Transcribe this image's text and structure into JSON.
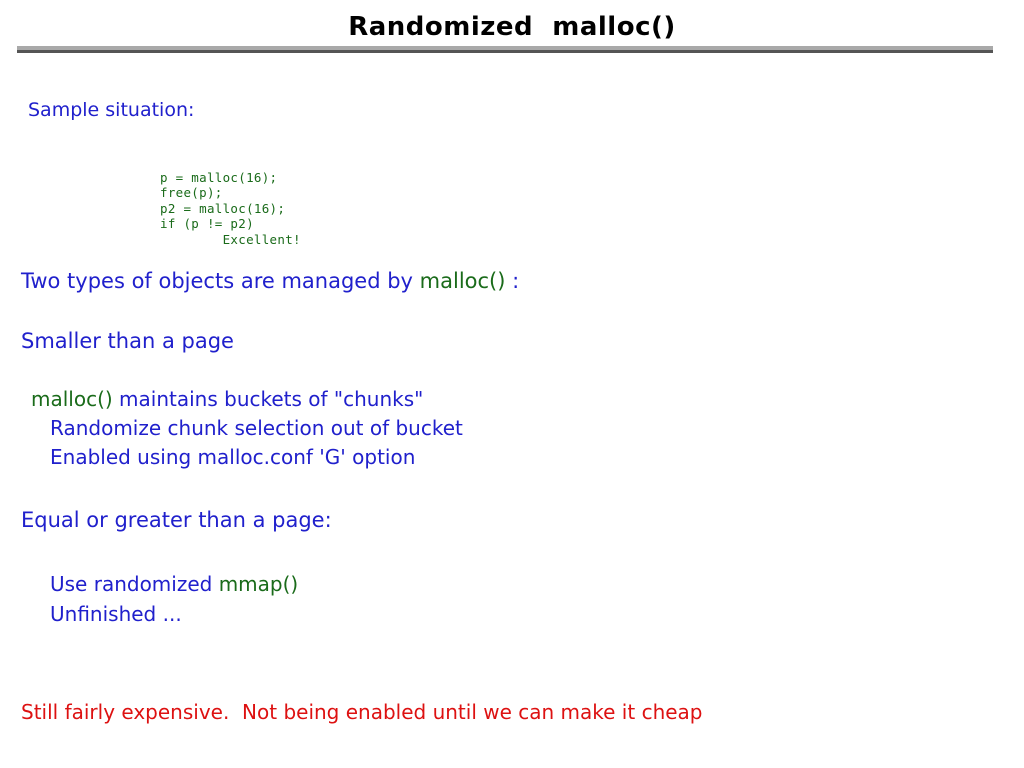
{
  "slide": {
    "title": "Randomized  malloc()",
    "background_color": "#ffffff",
    "rule_color": "#a9a9a9",
    "rule_shadow_color": "#555555"
  },
  "colors": {
    "blue": "#2020cc",
    "green": "#1a6b1a",
    "red": "#dd1111",
    "black": "#000000"
  },
  "content": {
    "lead": "Sample situation:",
    "code": "p = malloc(16);\nfree(p);\np2 = malloc(16);\nif (p != p2)\n        Excellent!",
    "code_lines": [
      "p = malloc(16);",
      "free(p);",
      "p2 = malloc(16);",
      "if (p != p2)",
      "        Excellent!"
    ],
    "two_types_prefix": "Two types of objects are managed by ",
    "two_types_code": "malloc()",
    "two_types_suffix": " :",
    "smaller_heading": "Smaller than a page",
    "buckets_code": "malloc()",
    "buckets_rest": " maintains buckets of \"chunks\"",
    "randomize_chunk": "Randomize chunk selection out of bucket",
    "enabled_option": "Enabled using malloc.conf 'G' option",
    "equal_heading": "Equal or greater than a page:",
    "use_randomized_prefix": "Use randomized ",
    "use_randomized_code": "mmap()",
    "unfinished": "Unfinished ...",
    "footer_note": "Still fairly expensive.  Not being enabled until we can make it cheap"
  }
}
